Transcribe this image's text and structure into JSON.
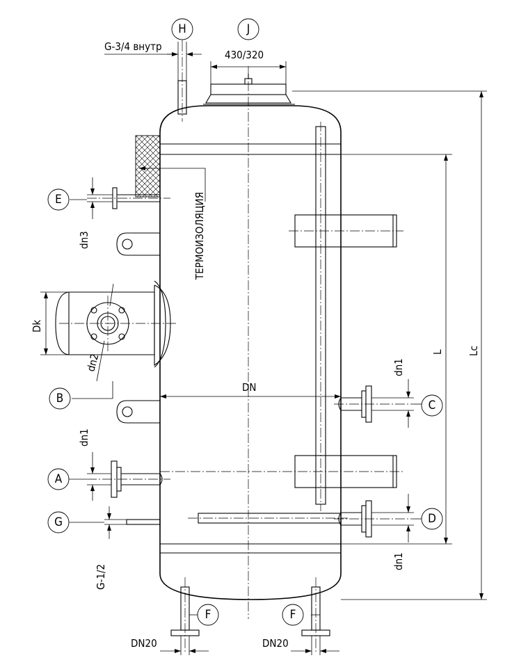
{
  "markers": {
    "H": "H",
    "J": "J",
    "E": "E",
    "B": "B",
    "A": "A",
    "G": "G",
    "C": "C",
    "D": "D",
    "F1": "F",
    "F2": "F"
  },
  "dims": {
    "g34": "G-3/4 внутр",
    "top": "430/320",
    "dn3": "dn3",
    "dk": "Dk",
    "dn2": "dn2",
    "dn": "DN",
    "dn1_a": "dn1",
    "dn1_c": "dn1",
    "dn1_d": "dn1",
    "g12": "G-1/2",
    "l": "L",
    "lc": "Lc",
    "dn20_left": "DN20",
    "dn20_right": "DN20"
  },
  "insulation": "ТЕРМОИЗОЛЯЦИЯ"
}
